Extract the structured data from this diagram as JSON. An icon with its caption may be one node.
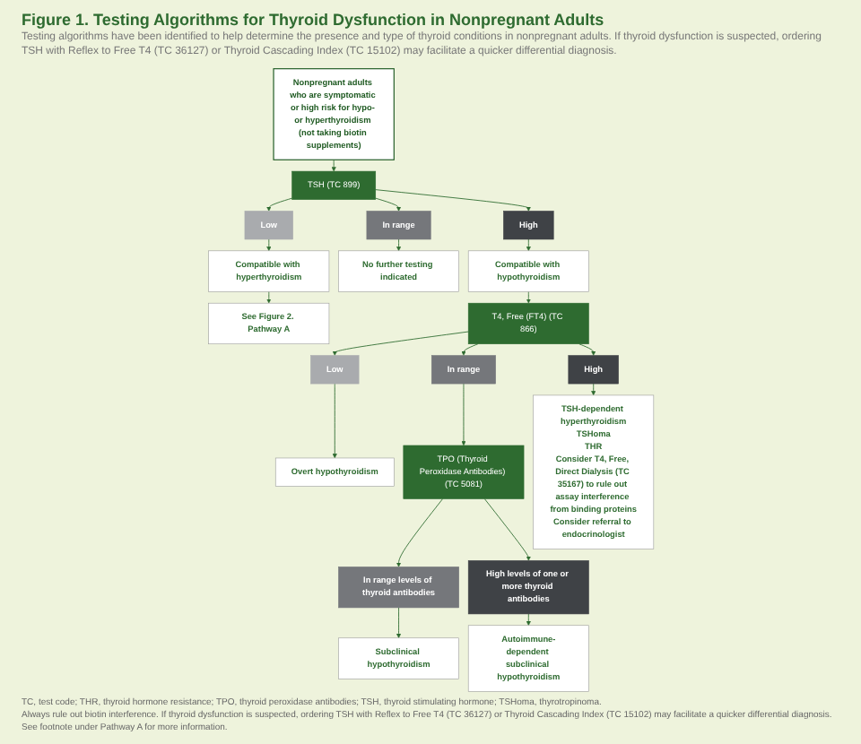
{
  "diagram": {
    "title": "Figure 1. Testing Algorithms for Thyroid Dysfunction in Nonpregnant Adults",
    "nodes": [
      {
        "text": [
          "Nonpregnant adults who are symptomatic or high risk for hypo- or hyperthyroidism (not taking biotin supplements)"
        ]
      },
      {
        "text": [
          "TSH (TC 899)"
        ]
      },
      {
        "text": [
          "Low"
        ]
      },
      {
        "text": [
          "In range"
        ]
      },
      {
        "text": [
          "High"
        ]
      },
      {
        "text": [
          "Compatible with hyperthyroidism"
        ]
      },
      {
        "text": [
          "No further testing indicated"
        ]
      },
      {
        "text": [
          "Compatible with hypothyroidism"
        ]
      },
      {
        "text": [
          "See Figure 2. **Pathway A**"
        ]
      },
      {
        "text": [
          "T4, Free (FT4) (TC 866)"
        ]
      },
      {
        "text": [
          "Low"
        ]
      },
      {
        "text": [
          "In range"
        ]
      },
      {
        "text": [
          "High"
        ]
      },
      {
        "text": [
          "Overt hypothyroidism"
        ]
      },
      {
        "text": [
          "TPO (Thyroid Peroxidase Antibodies) (TC 5081)"
        ]
      },
      {
        "text": [
          "TSH-dependent hyperthyroidism",
          "TSHoma",
          "THR",
          "Consider T4, Free, Direct Dialysis (TC 35167) to rule out assay interference from binding proteins",
          "Consider referral to endocrinologist"
        ]
      },
      {
        "text": [
          "In range levels of thyroid antibodies"
        ]
      },
      {
        "text": [
          "High levels of one or more thyroid antibodies"
        ]
      },
      {
        "text": [
          "Subclinical hypothyroidism"
        ]
      },
      {
        "text": [
          "Autoimmune-dependent subclinical hypothyroidism"
        ]
      }
    ],
    "edges": [
      {
        "from": 0,
        "to": 1,
        "arrow": "to"
      },
      {
        "from": 1,
        "to": 2,
        "arrow": "to"
      },
      {
        "from": 1,
        "to": 3,
        "arrow": "to"
      },
      {
        "from": 1,
        "to": 4,
        "arrow": "to"
      },
      {
        "from": 2,
        "to": 5,
        "arrow": "to"
      },
      {
        "from": 3,
        "to": 6,
        "arrow": "to"
      },
      {
        "from": 4,
        "to": 7,
        "arrow": "to"
      },
      {
        "from": 5,
        "to": 8,
        "arrow": "to"
      },
      {
        "from": 7,
        "to": 9,
        "arrow": "to"
      },
      {
        "from": 9,
        "to": 10,
        "arrow": "to"
      },
      {
        "from": 9,
        "to": 11,
        "arrow": "to"
      },
      {
        "from": 9,
        "to": 12,
        "arrow": "to"
      },
      {
        "from": 10,
        "to": 13,
        "arrow": "to"
      },
      {
        "from": 11,
        "to": 14,
        "arrow": "to"
      },
      {
        "from": 12,
        "to": 15,
        "arrow": "to"
      },
      {
        "from": 14,
        "to": 16,
        "arrow": "to"
      },
      {
        "from": 14,
        "to": 17,
        "arrow": "to"
      },
      {
        "from": 16,
        "to": 18,
        "arrow": "to"
      },
      {
        "from": 17,
        "to": 19,
        "arrow": "to"
      }
    ],
    "labels": [
      "Testing algorithms have been identified to help determine the presence and type of thyroid conditions in nonpregnant adults. If thyroid dysfunction is suspected, ordering TSH with Reflex to Free T4 (TC 36127) or Thyroid Cascading Index (TC 15102) may facilitate a quicker differential diagnosis.",
      "TC, test code; THR, thyroid hormone resistance; TPO, thyroid peroxidase antibodies; TSH, thyroid stimulating hormone; TSHoma, thyrotropinoma.",
      "Always rule out biotin interference. If thyroid dysfunction is suspected, ordering TSH with Reflex to Free T4 (TC 36127) or Thyroid Cascading Index (TC 15102) may facilitate a quicker differential diagnosis.",
      "See footnote under Pathway A for more information."
    ]
  }
}
